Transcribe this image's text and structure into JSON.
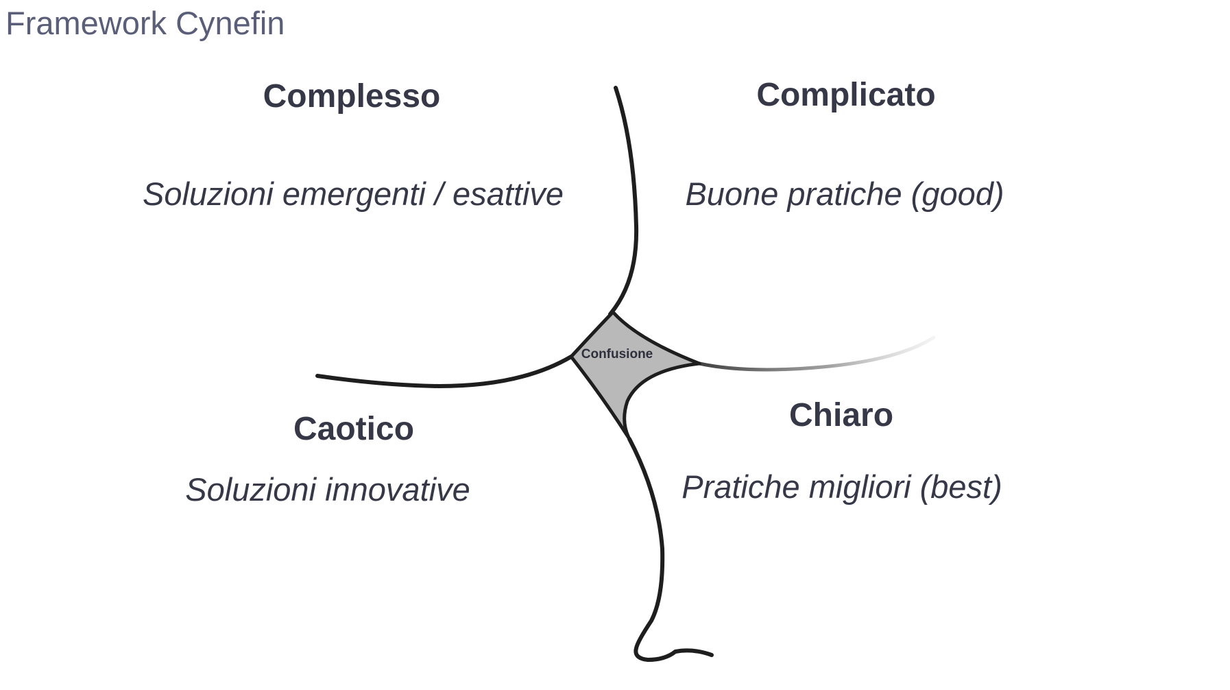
{
  "title": "Framework Cynefin",
  "domains": {
    "complex": {
      "name": "Complesso",
      "description": "Soluzioni emergenti / esattive"
    },
    "complicated": {
      "name": "Complicato",
      "description": "Buone pratiche (good)"
    },
    "chaotic": {
      "name": "Caotico",
      "description": "Soluzioni innovative"
    },
    "clear": {
      "name": "Chiaro",
      "description": "Pratiche migliori (best)"
    },
    "confusion": {
      "name": "Confusione"
    }
  },
  "colors": {
    "title": "#5a5e78",
    "text": "#363848",
    "line": "#1e1e1e",
    "confusion_fill": "#b9b9b9"
  }
}
